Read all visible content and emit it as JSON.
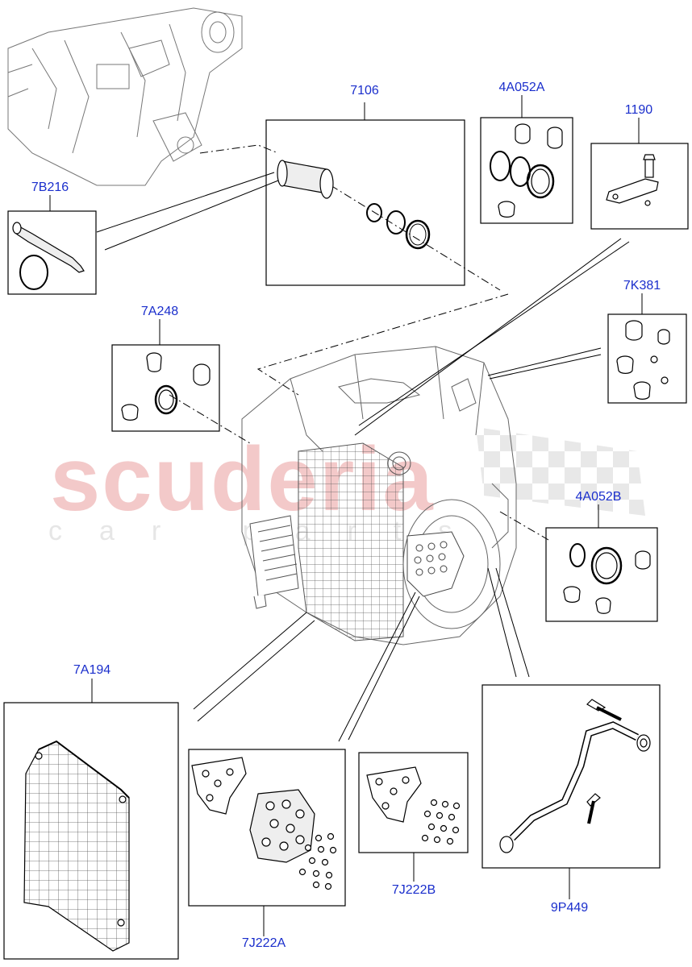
{
  "watermark": {
    "brand": "scuderia",
    "sub": "car parts"
  },
  "callouts": {
    "c7106": "7106",
    "c4A052A": "4A052A",
    "c1190": "1190",
    "c7B216": "7B216",
    "c7K381": "7K381",
    "c7A248": "7A248",
    "c4A052B": "4A052B",
    "c7A194": "7A194",
    "c7J222A": "7J222A",
    "c7J222B": "7J222B",
    "c9P449": "9P449"
  },
  "colors": {
    "callout": "#1a2ecc",
    "line": "#000000",
    "watermark_red": "#f3c9c9",
    "watermark_grey": "#e6e6e6"
  }
}
